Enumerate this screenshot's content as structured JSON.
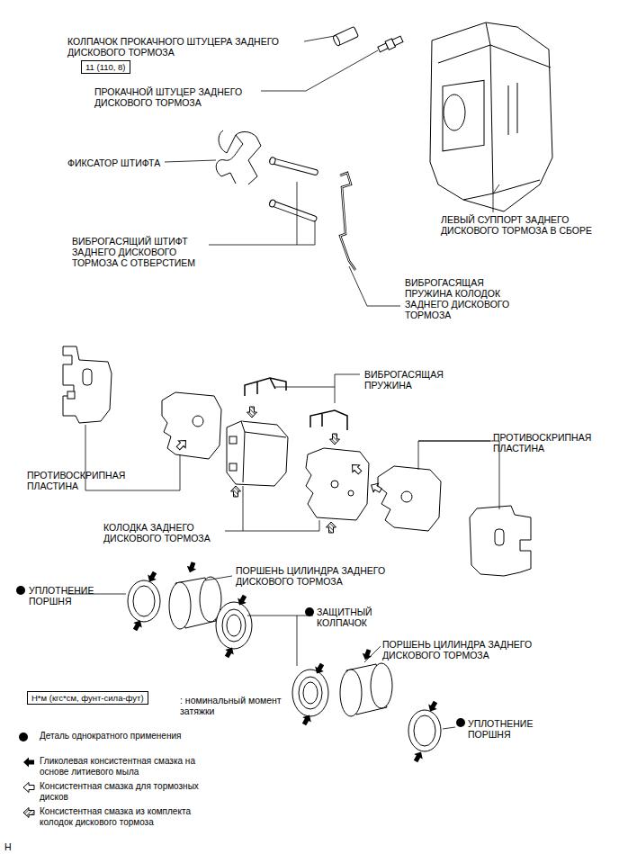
{
  "diagram": {
    "nodes": [
      {
        "text": [
          "11 (110, 8)"
        ]
      },
      {
        "text": [
          "Н*м (кгс*см, фунт-сила-фут)"
        ]
      }
    ],
    "labels": [
      "КОЛПАЧОК ПРОКАЧНОГО ШТУЦЕРА ЗАДНЕГО ДИСКОВОГО ТОРМОЗА",
      "ПРОКАЧНОЙ ШТУЦЕР ЗАДНЕГО ДИСКОВОГО ТОРМОЗА",
      "ФИКСАТОР ШТИФТА",
      "ВИБРОГАСЯЩИЙ ШТИФТ ЗАДНЕГО ДИСКОВОГО ТОРМОЗА С ОТВЕРСТИЕМ",
      "ЛЕВЫЙ СУППОРТ ЗАДНЕГО ДИСКОВОГО ТОРМОЗА В СБОРЕ",
      "ВИБРОГАСЯЩАЯ ПРУЖИНА КОЛОДОК ЗАДНЕГО ДИСКОВОГО ТОРМОЗА",
      "ВИБРОГАСЯЩАЯ ПРУЖИНА",
      "ПРОТИВОСКРИПНАЯ ПЛАСТИНА",
      "ПРОТИВОСКРИПНАЯ ПЛАСТИНА",
      "КОЛОДКА ЗАДНЕГО ДИСКОВОГО ТОРМОЗА",
      "УПЛОТНЕНИЕ ПОРШНЯ",
      "ПОРШЕНЬ ЦИЛИНДРА ЗАДНЕГО ДИСКОВОГО ТОРМОЗА",
      "ЗАЩИТНЫЙ КОЛПАЧОК",
      "ПОРШЕНЬ ЦИЛИНДРА ЗАДНЕГО ДИСКОВОГО ТОРМОЗА",
      "УПЛОТНЕНИЕ ПОРШНЯ",
      ": номинальный момент затяжки",
      "H"
    ],
    "legend": [
      {
        "text": "Деталь однократного применения"
      },
      {
        "text": "Гликолевая консистентная смазка на основе литиевого мыла"
      },
      {
        "text": "Консистентная смазка для тормозных дисков"
      },
      {
        "text": "Консистентная смазка из комплекта колодок дискового тормоза"
      }
    ]
  }
}
